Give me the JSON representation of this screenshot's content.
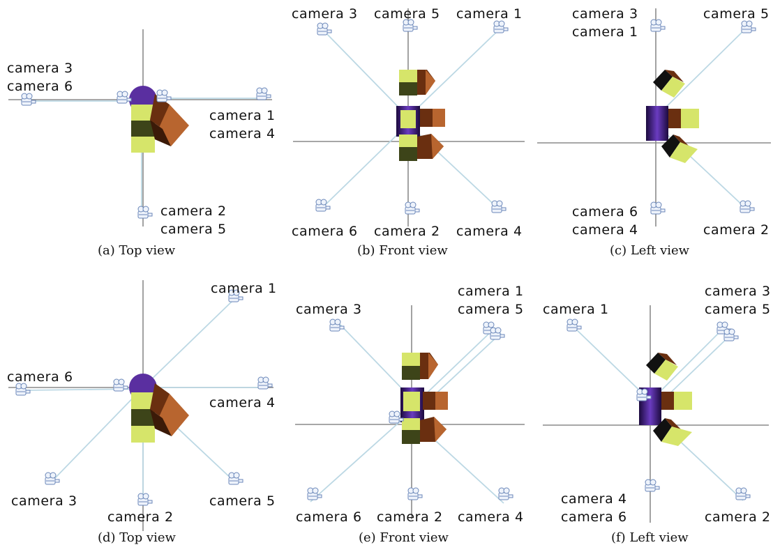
{
  "figure": {
    "panels": [
      {
        "id": "a",
        "caption": "(a) Top view",
        "labels": [
          "camera 3",
          "camera 6",
          "camera 1",
          "camera 4",
          "camera 2",
          "camera 5"
        ]
      },
      {
        "id": "b",
        "caption": "(b) Front view",
        "labels": [
          "camera 3",
          "camera 5",
          "camera 1",
          "camera 6",
          "camera 2",
          "camera 4"
        ]
      },
      {
        "id": "c",
        "caption": "(c) Left view",
        "labels": [
          "camera 3",
          "camera 1",
          "camera 5",
          "camera 6",
          "camera 4",
          "camera 2"
        ]
      },
      {
        "id": "d",
        "caption": "(d) Top view",
        "labels": [
          "camera 1",
          "camera 6",
          "camera 4",
          "camera 3",
          "camera 2",
          "camera 5"
        ]
      },
      {
        "id": "e",
        "caption": "(e) Front view",
        "labels": [
          "camera 1",
          "camera 5",
          "camera 3",
          "camera 6",
          "camera 2",
          "camera 4"
        ]
      },
      {
        "id": "f",
        "caption": "(f) Left view",
        "labels": [
          "camera 3",
          "camera 5",
          "camera 1",
          "camera 4",
          "camera 6",
          "camera 2"
        ]
      }
    ],
    "colors": {
      "sphere": "#5a2fa0",
      "cube_light": "#d6e56a",
      "cube_dark": "#3d4419",
      "brown_light": "#b8652f",
      "brown_dark": "#6a2f10",
      "axis": "#8a8a8a",
      "ray": "#bcd8e4"
    }
  }
}
